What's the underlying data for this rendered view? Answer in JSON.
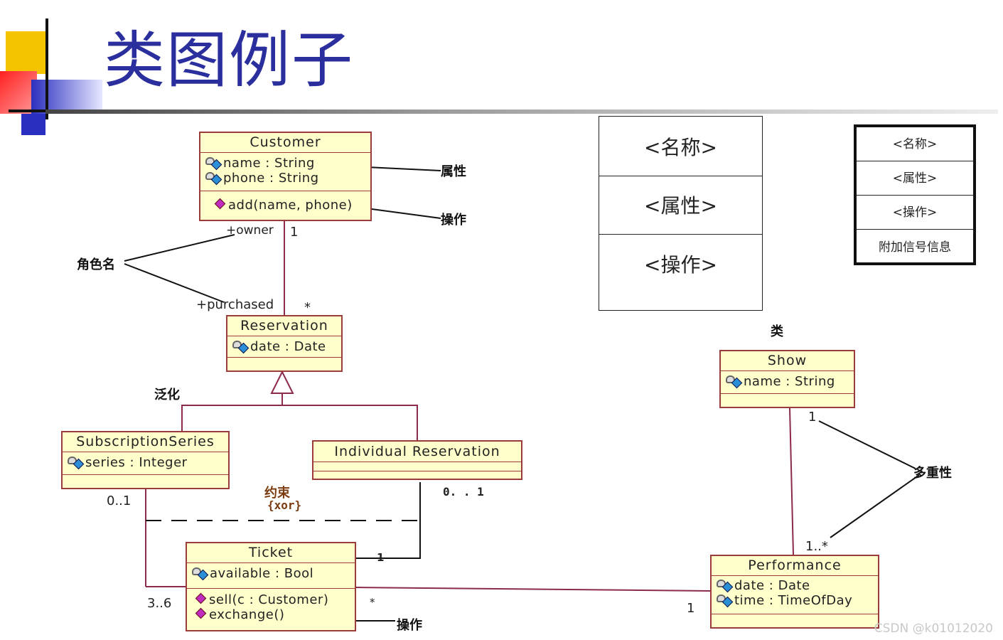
{
  "title": "类图例子",
  "colors": {
    "title": "#2b2f9e",
    "class_fill": "#ffffcc",
    "class_border": "#9b3b3b",
    "line": "#8b2a4a"
  },
  "classes": {
    "customer": {
      "name": "Customer",
      "attrs": [
        "name : String",
        "phone : String"
      ],
      "ops": [
        "add(name, phone)"
      ]
    },
    "reservation": {
      "name": "Reservation",
      "attrs": [
        "date :  Date"
      ]
    },
    "subscription": {
      "name": "SubscriptionSeries",
      "attrs": [
        "series :  Integer"
      ]
    },
    "individual": {
      "name": "Individual Reservation"
    },
    "ticket": {
      "name": "Ticket",
      "attrs": [
        "available : Bool"
      ],
      "ops": [
        "sell(c : Customer)",
        "exchange()"
      ]
    },
    "show": {
      "name": "Show",
      "attrs": [
        "name : String"
      ]
    },
    "performance": {
      "name": "Performance",
      "attrs": [
        "date : Date",
        "time : TimeOfDay"
      ]
    }
  },
  "labels": {
    "owner": "+owner",
    "mult_customer": "1",
    "purchased": "+purchased",
    "mult_reservation": "*",
    "mult_sub": "0..1",
    "mult_ind": "0. . 1",
    "mult_ticket_ind": "1",
    "mult_ticket_sub": "3..6",
    "mult_ticket_perf": "*",
    "mult_perf_ticket": "1",
    "mult_show": "1",
    "mult_perf": "1..*"
  },
  "annotations": {
    "attribute": "属性",
    "operation": "操作",
    "role_name": "角色名",
    "generalization": "泛化",
    "constraint": "约束",
    "xor": "{xor}",
    "class": "类",
    "multiplicity": "多重性",
    "operation2": "操作"
  },
  "legend_classic": [
    "<名称>",
    "<属性>",
    "<操作>"
  ],
  "legend_extended": [
    "<名称>",
    "<属性>",
    "<操作>",
    "附加信号信息"
  ],
  "watermark": "CSDN @k01012020"
}
